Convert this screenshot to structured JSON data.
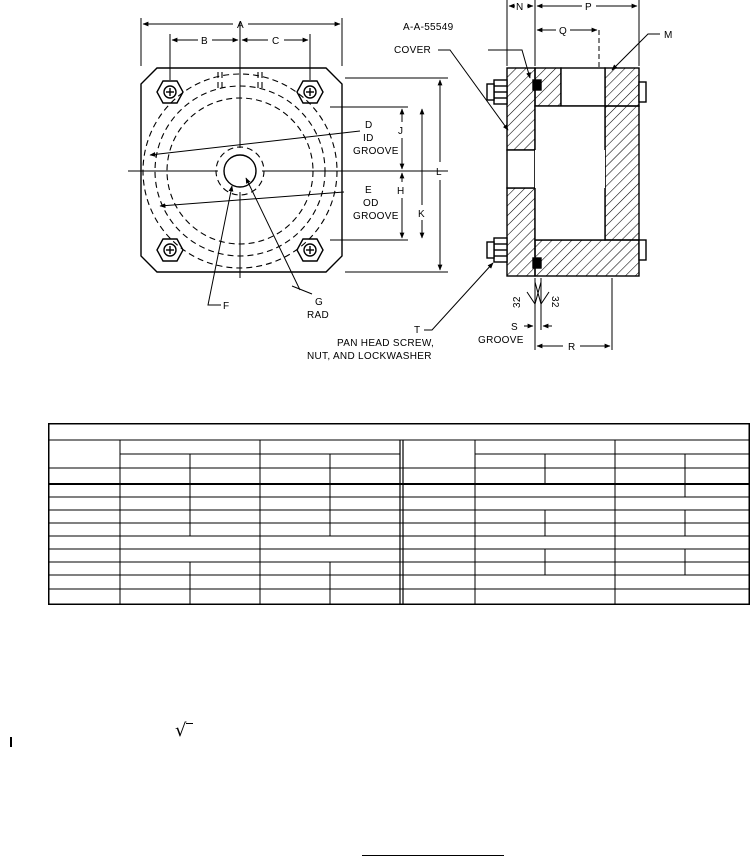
{
  "figure": {
    "labels": {
      "A": "A",
      "B": "B",
      "C": "C",
      "D": "D",
      "E": "E",
      "F": "F",
      "G": "G",
      "H": "H",
      "J": "J",
      "K": "K",
      "L": "L",
      "M": "M",
      "N": "N",
      "P": "P",
      "Q": "Q",
      "R": "R",
      "S": "S",
      "T": "T"
    },
    "callouts": {
      "spec": "A-A-55549",
      "cover": "COVER",
      "id": "ID",
      "od": "OD",
      "groove_d": "GROOVE",
      "groove_e": "GROOVE",
      "groove_s": "GROOVE",
      "rad": "RAD",
      "screw_line1": "PAN HEAD SCREW,",
      "screw_line2": "NUT, AND LOCKWASHER",
      "finish_left": "32",
      "finish_right": "32"
    }
  },
  "table": {
    "rows": 11,
    "cells": []
  },
  "notes": {
    "root_symbol": "√"
  }
}
